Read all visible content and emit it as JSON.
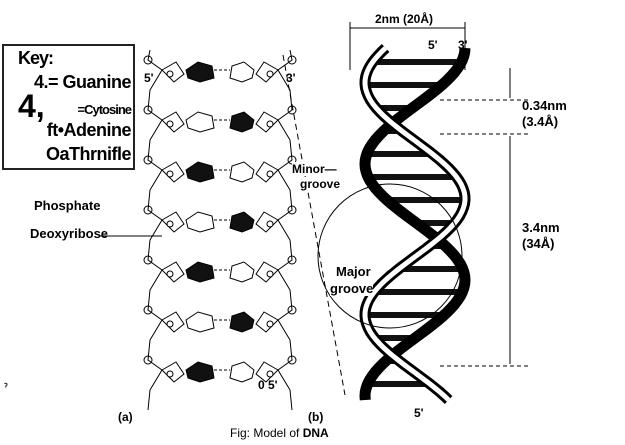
{
  "key": {
    "title": "Key:",
    "items": [
      "4.= Guanine",
      "=Cytosine",
      "ft•Adenine",
      "OaThrnifle"
    ],
    "big_glyph": "4,"
  },
  "panel_a": {
    "label": "(a)",
    "phosphate": "Phosphate",
    "deoxyribose": "Deoxyribose",
    "end_5_top": "5'",
    "end_3_top": "3'",
    "end_5_bottom": "5'",
    "end_0_bottom": "0",
    "stray": "ˀ"
  },
  "panel_b": {
    "label": "(b)",
    "width": "2nm (20Å)",
    "top_5": "5'",
    "top_3": "3'",
    "bottom_5": "5'",
    "rise": "0.34nm",
    "rise_a": "(3.4Å)",
    "pitch": "3.4nm",
    "pitch_a": "(34Å)",
    "minor": "Minor—",
    "minor2": "groove",
    "major": "Major",
    "major2": "groove"
  },
  "caption": {
    "prefix": "Fig: Model of ",
    "bold": "DNA"
  }
}
